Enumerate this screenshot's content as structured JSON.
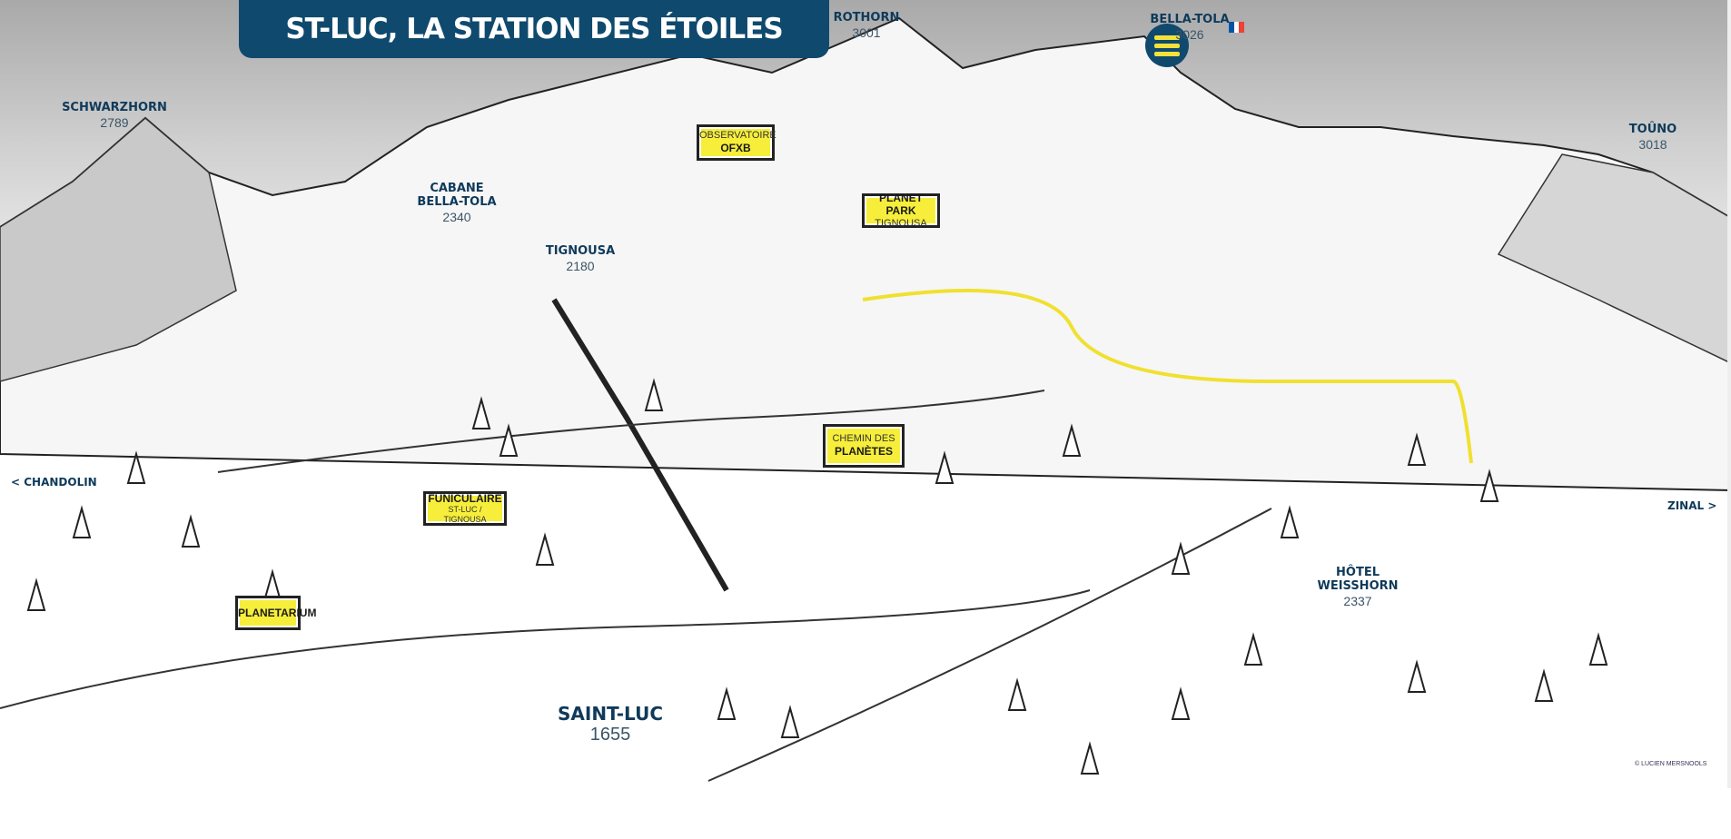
{
  "header": {
    "title": "ST-LUC, LA STATION DES ÉTOILES",
    "menu_icon": "hamburger-icon",
    "language_flag": "french-flag-icon"
  },
  "colors": {
    "brand": "#0f4a6e",
    "accent": "#f3e23a",
    "sign": "#f6ee3a"
  },
  "map": {
    "peaks": [
      {
        "name": "SCHWARZHORN",
        "altitude": "2789"
      },
      {
        "name": "ROTHORN",
        "altitude": "3001"
      },
      {
        "name": "BELLA-TOLA",
        "altitude": "3026"
      },
      {
        "name": "TOÛNO",
        "altitude": "3018"
      }
    ],
    "places": [
      {
        "name": "CABANE",
        "name2": "BELLA-TOLA",
        "altitude": "2340"
      },
      {
        "name": "TIGNOUSA",
        "altitude": "2180"
      },
      {
        "name": "HÔTEL",
        "name2": "WEISSHORN",
        "altitude": "2337"
      },
      {
        "name": "SAINT-LUC",
        "altitude": "1655"
      }
    ],
    "signs": [
      {
        "line1": "OBSERVATOIRE",
        "line2": "OFXB"
      },
      {
        "line1": "PLANET PARK",
        "line2": "TIGNOUSA"
      },
      {
        "line1": "CHEMIN DES",
        "line2": "PLANÈTES"
      },
      {
        "line1": "FUNICULAIRE",
        "line2": "ST-LUC / TIGNOUSA"
      },
      {
        "line1": "PLANETARIUM"
      }
    ],
    "directions": {
      "left": "< CHANDOLIN",
      "right": "ZINAL >"
    },
    "credit": "© LUCIEN MERSNOOLS"
  }
}
